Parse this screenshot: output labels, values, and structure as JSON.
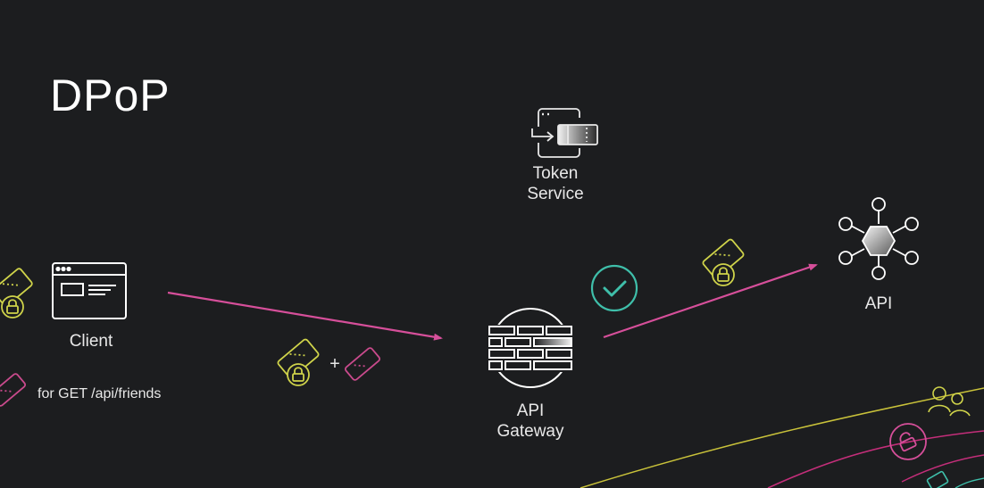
{
  "slide": {
    "title": "DPoP"
  },
  "nodes": {
    "token_service": {
      "line1": "Token",
      "line2": "Service"
    },
    "client": {
      "label": "Client"
    },
    "api_gateway": {
      "line1": "API",
      "line2": "Gateway"
    },
    "api": {
      "label": "API"
    }
  },
  "request": {
    "label": "for GET /api/friends",
    "plus": "+"
  },
  "colors": {
    "background": "#1c1d1f",
    "arrow": "#d64f9a",
    "access_token": "#cfd34a",
    "proof_token": "#c94a8c",
    "check": "#3fbfaa",
    "icon_stroke": "#e8e8e8",
    "curve_yellow": "#c9c23a",
    "curve_pink": "#c42e7a",
    "curve_teal": "#3fbfaa"
  }
}
